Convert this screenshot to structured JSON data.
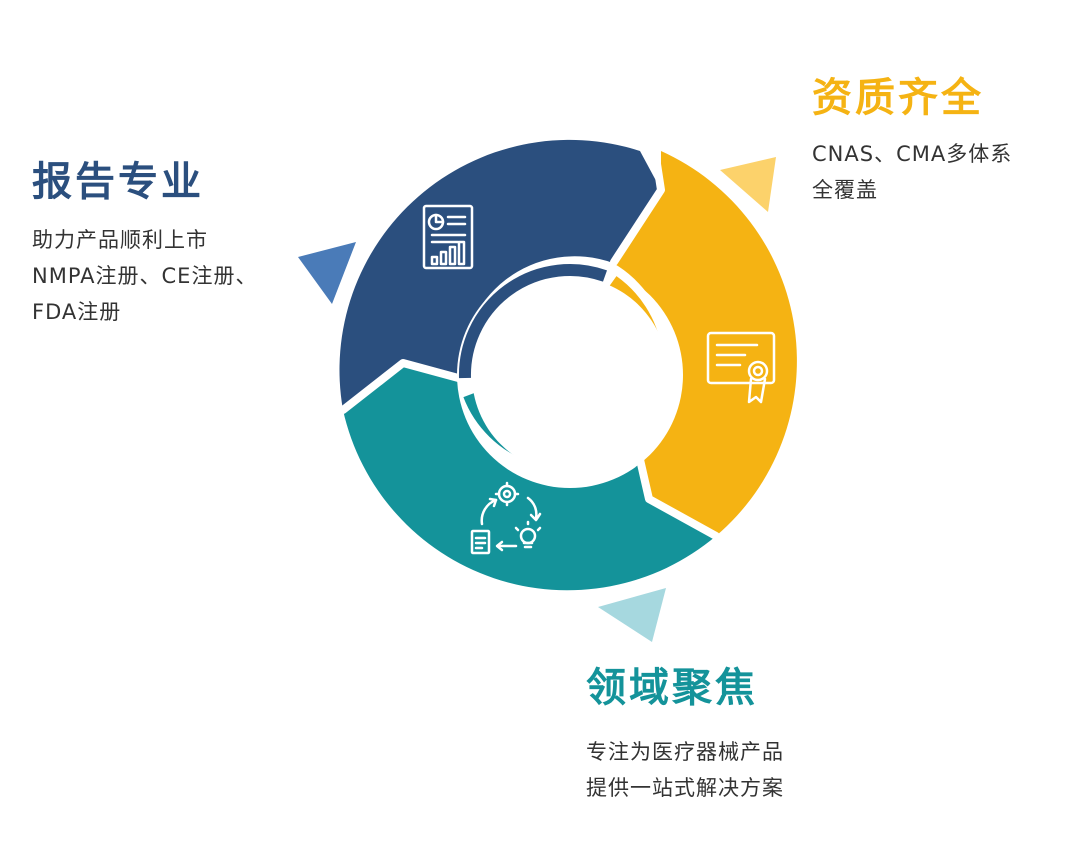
{
  "colors": {
    "navy": "#2b4f7e",
    "yellow": "#f5b313",
    "teal": "#14939a",
    "light_blue": "#4a7bb8",
    "light_yellow": "#fcd26b",
    "light_teal": "#a6d8df"
  },
  "sections": {
    "report": {
      "title": "报告专业",
      "lines": [
        "助力产品顺利上市",
        "NMPA注册、CE注册、",
        "FDA注册"
      ],
      "icon": "report-chart-icon"
    },
    "qualification": {
      "title": "资质齐全",
      "lines": [
        "CNAS、CMA多体系",
        "全覆盖"
      ],
      "icon": "certificate-icon"
    },
    "focus": {
      "title": "领域聚焦",
      "lines": [
        "专注为医疗器械产品",
        "提供一站式解决方案"
      ],
      "icon": "process-cycle-icon"
    }
  }
}
